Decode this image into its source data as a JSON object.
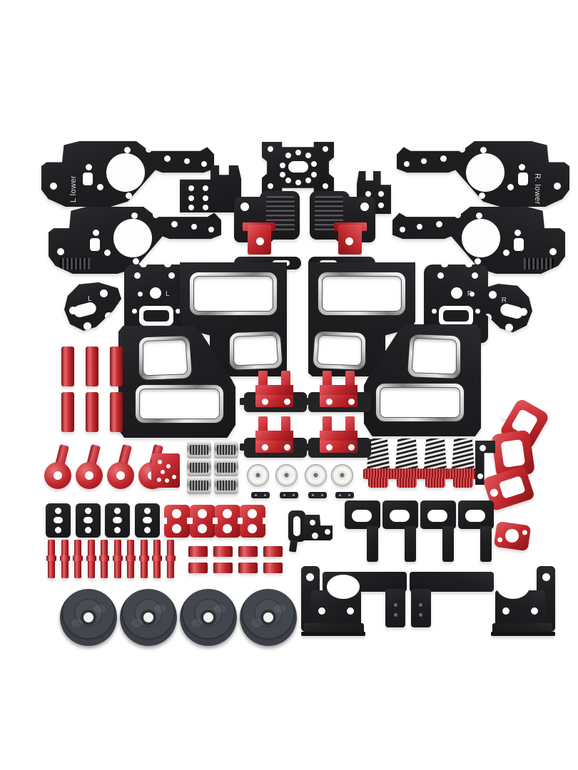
{
  "meta": {
    "type": "product-photo",
    "subject": "CNC machined aluminum upgrade parts kit, black and red anodized components arranged on a white background",
    "background": "#ffffff"
  },
  "labels": {
    "left_lower_plate": "L lower",
    "right_lower_plate": "R. lower",
    "left_adapter": "L",
    "right_adapter": "R",
    "left_triangle": "L",
    "right_triangle": "R"
  },
  "colors": {
    "black_anodized": "#1f1f22",
    "red_anodized": "#c1272d",
    "red_highlight": "#e2595e",
    "chrome_edge": "#c9c9c9",
    "bearing_silver": "#d9d9d6",
    "wheel_gray": "#3d4147",
    "background": "#ffffff"
  },
  "parts_inventory": [
    {
      "part": "xy-joint-plate",
      "count": 4,
      "color": "black",
      "engravings": [
        "L lower",
        "R. lower"
      ]
    },
    {
      "part": "x-carriage-plate",
      "count": 1,
      "color": "black"
    },
    {
      "part": "top-hook-bracket",
      "count": 2,
      "color": "black"
    },
    {
      "part": "extruder-mount-with-red-clamp",
      "count": 2,
      "color": "black/red"
    },
    {
      "part": "carriage-adapter-plate",
      "count": 2,
      "color": "black",
      "engravings": [
        "L",
        "R"
      ]
    },
    {
      "part": "triangle-idler-plate",
      "count": 2,
      "color": "black",
      "engravings": [
        "L",
        "R"
      ]
    },
    {
      "part": "gantry-frame-plate-polished-window",
      "count": 4,
      "color": "black/chrome"
    },
    {
      "part": "standoff-tube",
      "count": 6,
      "color": "red"
    },
    {
      "part": "cam-lever",
      "count": 4,
      "color": "red"
    },
    {
      "part": "perforated-plate",
      "count": 1,
      "color": "red"
    },
    {
      "part": "toothed-idler-pulley",
      "count": 6,
      "color": "silver"
    },
    {
      "part": "flanged-bearing",
      "count": 4,
      "color": "silver"
    },
    {
      "part": "link-bar",
      "count": 4,
      "color": "black"
    },
    {
      "part": "belt-tensioner-clip",
      "count": 4,
      "color": "red/black"
    },
    {
      "part": "leveling-spring-with-knurled-nut",
      "count": 4,
      "color": "black/red"
    },
    {
      "part": "curved-support-arm",
      "count": 1,
      "color": "red"
    },
    {
      "part": "small-angle-bracket",
      "count": 1,
      "color": "black"
    },
    {
      "part": "slotted-pad-plate-black",
      "count": 4,
      "color": "black"
    },
    {
      "part": "slotted-pad-plate-red",
      "count": 4,
      "color": "red"
    },
    {
      "part": "ribbed-pin",
      "count": 10,
      "color": "red"
    },
    {
      "part": "spacer-ring",
      "count": 8,
      "color": "red"
    },
    {
      "part": "belt-retainer-clip",
      "count": 1,
      "color": "black"
    },
    {
      "part": "corner-plate",
      "count": 1,
      "color": "black"
    },
    {
      "part": "hook-rail-bracket",
      "count": 4,
      "color": "black"
    },
    {
      "part": "motor-gasket-plate",
      "count": 1,
      "color": "red"
    },
    {
      "part": "l-rail-bar",
      "count": 2,
      "color": "black"
    },
    {
      "part": "motor-mount-bracket",
      "count": 2,
      "color": "black"
    },
    {
      "part": "hand-wheel",
      "count": 4,
      "color": "dark-gray"
    }
  ]
}
